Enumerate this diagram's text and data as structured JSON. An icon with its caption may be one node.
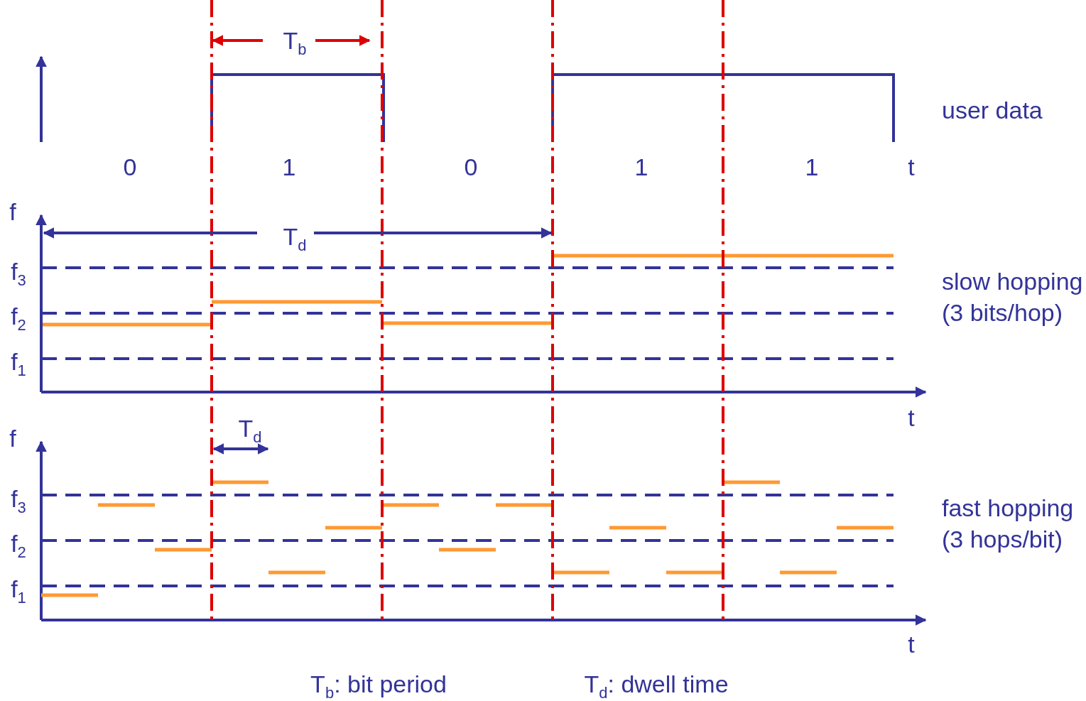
{
  "diagram": {
    "labels": [
      "T$_{b}$",
      "user data",
      "0",
      "1",
      "0",
      "1",
      "1",
      "t",
      "f",
      "T$_{d}$",
      "f$_{3}$",
      "slow hopping (3 bits/hop)",
      "f$_{2}$",
      "f$_{1}$",
      "t",
      "f",
      "T$_{d}$",
      "f$_{3}$",
      "fast hopping (3 hops/bit)",
      "f$_{2}$",
      "f$_{1}$",
      "t",
      "T$_{b}$: bit period",
      "T$_{d}$: dwell time"
    ]
  }
}
